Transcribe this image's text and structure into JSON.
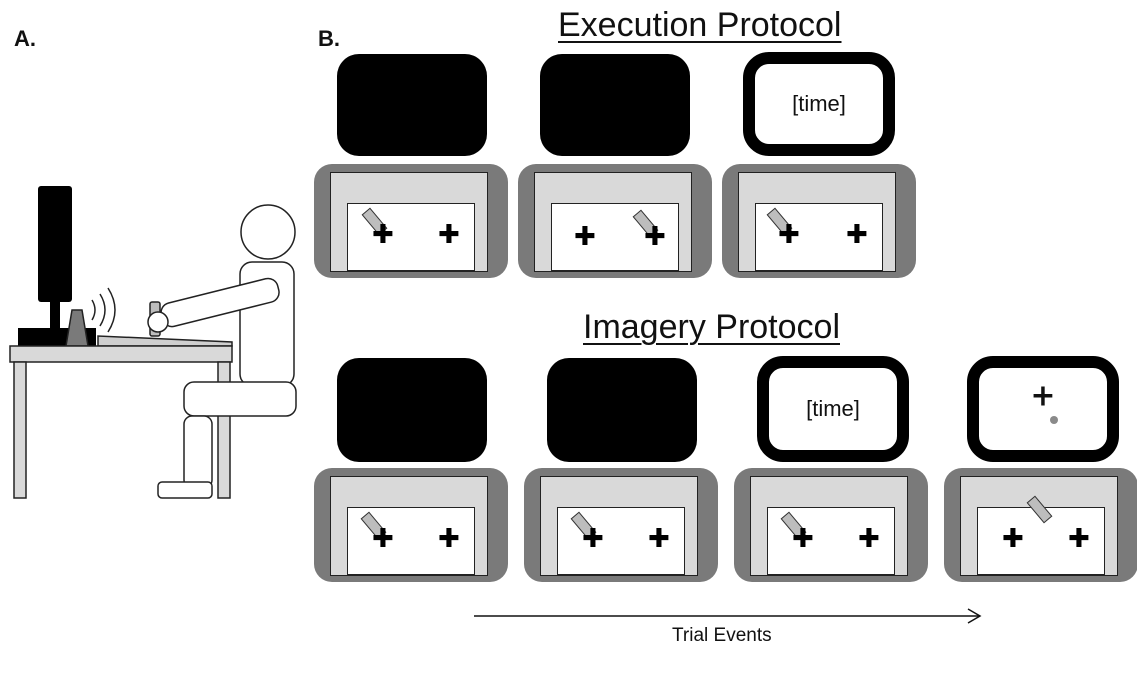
{
  "panel_a": {
    "label": "A."
  },
  "panel_b": {
    "label": "B.",
    "execution": {
      "title": "Execution Protocol",
      "monitors": [
        {
          "style": "dark",
          "text": ""
        },
        {
          "style": "dark",
          "text": ""
        },
        {
          "style": "outline",
          "text": "[time]"
        }
      ]
    },
    "imagery": {
      "title": "Imagery Protocol",
      "monitors": [
        {
          "style": "dark",
          "text": ""
        },
        {
          "style": "dark",
          "text": ""
        },
        {
          "style": "outline",
          "text": "[time]"
        },
        {
          "style": "outline",
          "text": "+"
        }
      ]
    },
    "axis": {
      "label": "Trial Events"
    }
  }
}
